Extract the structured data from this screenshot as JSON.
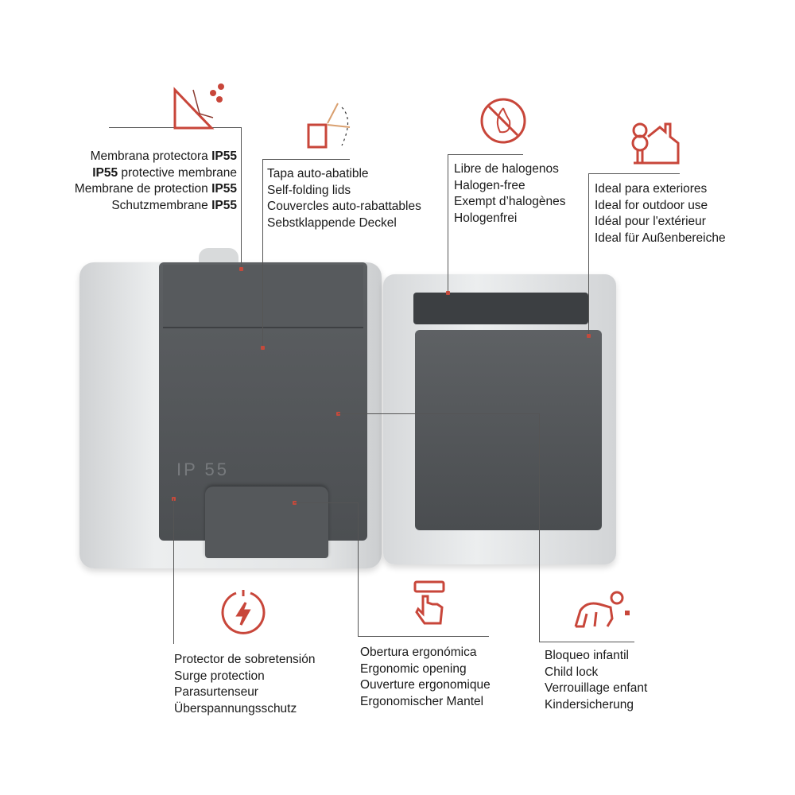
{
  "accent_color": "#c8463a",
  "features": {
    "membrane": {
      "icon": "water-drops-triangle-icon",
      "lines": [
        "Membrana protectora ",
        "IP55",
        "IP55",
        " protective membrane",
        "Membrane de protection ",
        "IP55",
        "Schutzmembrane ",
        "IP55"
      ]
    },
    "lids": {
      "icon": "folding-lid-icon",
      "lines": [
        "Tapa auto-abatible",
        "Self-folding lids",
        "Couvercles auto-rabattables",
        "Sebstklappende Deckel"
      ]
    },
    "halogen": {
      "icon": "no-flame-icon",
      "lines": [
        "Libre de halogenos",
        "Halogen-free",
        "Exempt d’halogènes",
        "Hologenfrei"
      ]
    },
    "outdoor": {
      "icon": "house-tree-icon",
      "lines": [
        "Ideal para exteriores",
        "Ideal for outdoor use",
        "Idéal pour l'extérieur",
        "Ideal für Außenbereiche"
      ]
    },
    "surge": {
      "icon": "lightning-circle-icon",
      "lines": [
        "Protector de sobretensión",
        "Surge protection",
        "Parasurtenseur",
        "Überspannungsschutz"
      ]
    },
    "ergonomic": {
      "icon": "hand-press-icon",
      "lines": [
        "Obertura ergonómica",
        "Ergonomic opening",
        "Ouverture ergonomique",
        "Ergonomischer Mantel"
      ]
    },
    "childlock": {
      "icon": "crawling-baby-icon",
      "lines": [
        "Bloqueo infantil",
        "Child lock",
        "Verrouillage enfant",
        "Kindersicherung"
      ]
    }
  },
  "product": {
    "marking": "IP 55"
  }
}
